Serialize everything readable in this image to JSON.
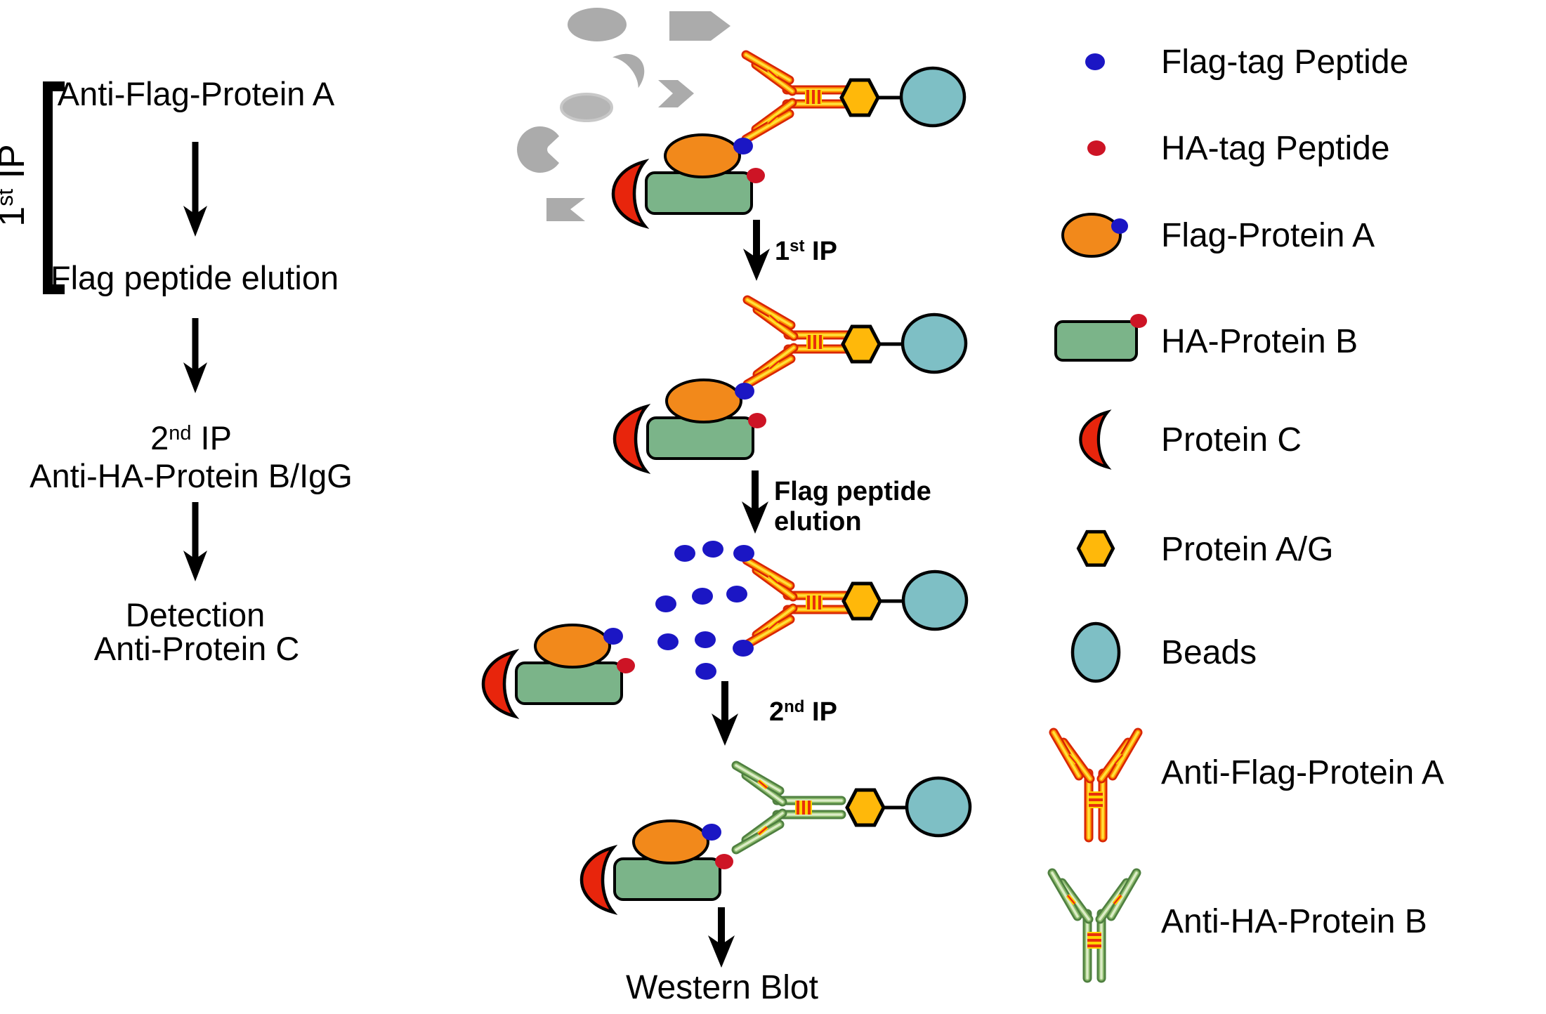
{
  "left_flow": {
    "bracket_step": {
      "num": "1",
      "sup": "st",
      "rest": " IP"
    },
    "step1": "Anti-Flag-Protein A",
    "step2": "Flag peptide elution",
    "step3": {
      "num": "2",
      "sup": "nd",
      "rest": " IP"
    },
    "step3_line2": "Anti-HA-Protein B/IgG",
    "step4_line1": "Detection",
    "step4_line2": "Anti-Protein C"
  },
  "pathway": {
    "arrow1_label": {
      "num": "1",
      "sup": "st",
      "rest": " IP"
    },
    "arrow2_label_line1": "Flag peptide",
    "arrow2_label_line2": "elution",
    "arrow3_label": {
      "num": "2",
      "sup": "nd",
      "rest": " IP"
    },
    "final_step": "Western Blot"
  },
  "legend": {
    "items": [
      {
        "icon": "flag-tag-peptide-icon",
        "label": "Flag-tag Peptide"
      },
      {
        "icon": "ha-tag-peptide-icon",
        "label": "HA-tag Peptide"
      },
      {
        "icon": "flag-protein-a-icon",
        "label": "Flag-Protein A"
      },
      {
        "icon": "ha-protein-b-icon",
        "label": "HA-Protein B"
      },
      {
        "icon": "protein-c-icon",
        "label": "Protein C"
      },
      {
        "icon": "protein-ag-icon",
        "label": "Protein A/G"
      },
      {
        "icon": "beads-icon",
        "label": "Beads"
      },
      {
        "icon": "anti-flag-antibody-icon",
        "label": "Anti-Flag-Protein A"
      },
      {
        "icon": "anti-ha-antibody-icon",
        "label": "Anti-HA-Protein B"
      }
    ]
  },
  "colors": {
    "flag_tag_blue": "#1b16c4",
    "ha_tag_red": "#cd1425",
    "protein_a_orange": "#F2891B",
    "protein_b_green": "#7BB489",
    "protein_c_red": "#E8250C",
    "protein_ag_yellow": "#FFB80A",
    "beads_teal": "#7EBFC5",
    "antibody_red": "#d92603",
    "antibody_yellow": "#ffe03a",
    "antibody_green": "#4f8040",
    "lysate_gray": "#ABABAB",
    "text_black": "#000000"
  }
}
